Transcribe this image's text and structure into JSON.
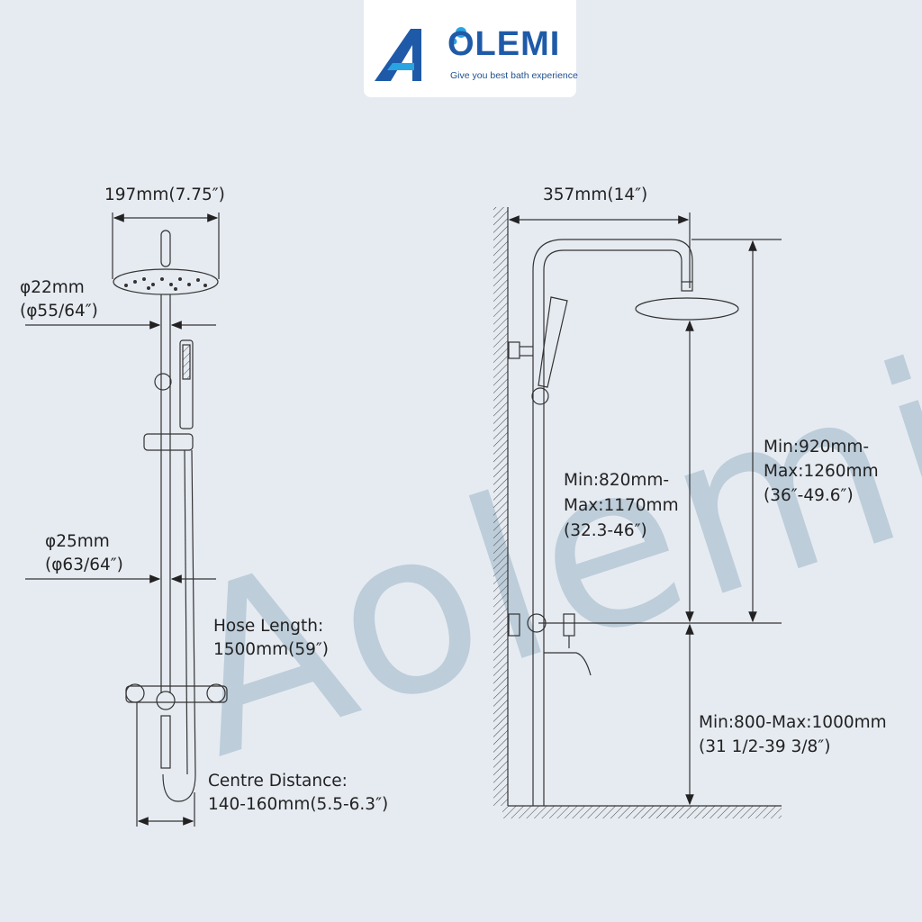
{
  "brand": {
    "logo_text": "OLEMI",
    "tagline": "Give you best bath experience",
    "watermark": "Aolemi",
    "colors": {
      "brand_blue": "#1e5aa8",
      "light_blue": "#2aa4e0",
      "background": "#e6ebf2",
      "watermark": "#b7c8d6",
      "line": "#333333"
    }
  },
  "front_view": {
    "head_width": "197mm(7.75″)",
    "top_pipe_dia": [
      "φ22mm",
      "(φ55/64″)"
    ],
    "bottom_pipe_dia": [
      "φ25mm",
      "(φ63/64″)"
    ],
    "hose_length": [
      "Hose Length:",
      "1500mm(59″)"
    ],
    "centre_distance": [
      "Centre Distance:",
      "140-160mm(5.5-6.3″)"
    ]
  },
  "side_view": {
    "arm_reach": "357mm(14″)",
    "head_height": [
      "Min:820mm-",
      "Max:1170mm",
      "(32.3-46″)"
    ],
    "total_height": [
      "Min:920mm-",
      "Max:1260mm",
      "(36″-49.6″)"
    ],
    "valve_height": [
      "Min:800-Max:1000mm",
      "(31 1/2-39 3/8″)"
    ]
  }
}
